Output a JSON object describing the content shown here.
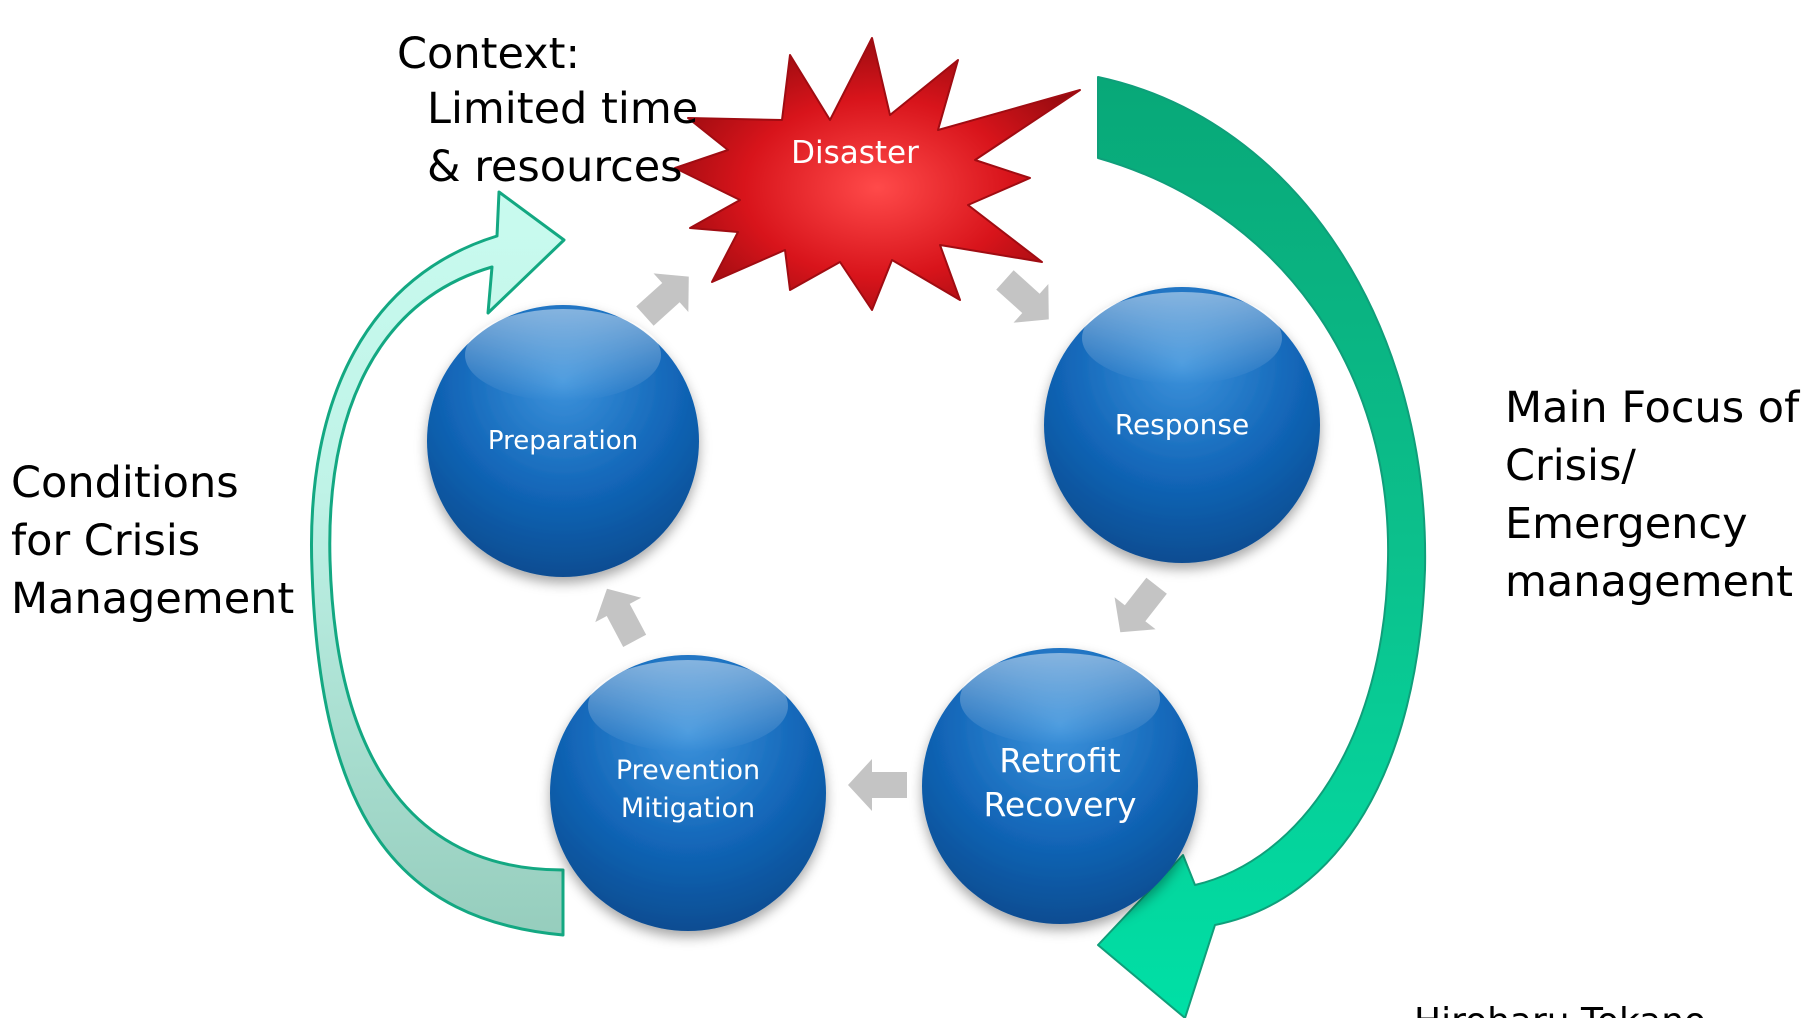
{
  "colors": {
    "node_fill": "#1266b8",
    "node_highlight": "#3d93dc",
    "small_arrow": "#c4c4c4",
    "left_arrow_fill": "#b9f2e6",
    "left_arrow_stroke": "#13a882",
    "right_arrow_fill": "#0fbf8e",
    "disaster_fill": "#d8141b"
  },
  "icons": {
    "disaster": "starburst-icon",
    "cycle_arrows": "grey-block-arrow-icon",
    "outer_arrows": "curved-arrow-icon"
  },
  "diagram": {
    "disaster": "Disaster",
    "nodes": {
      "preparation": "Preparation",
      "response": "Response",
      "recovery": "Retrofit\nRecovery",
      "prevention": "Prevention\nMitigation"
    },
    "context": "Context:",
    "context_detail": "Limited time\n& resources",
    "left_label": "Conditions\nfor Crisis\nManagement",
    "right_label": "Main Focus of\nCrisis/\nEmergency\nmanagement",
    "credit": "Hiroharu Tokano"
  }
}
